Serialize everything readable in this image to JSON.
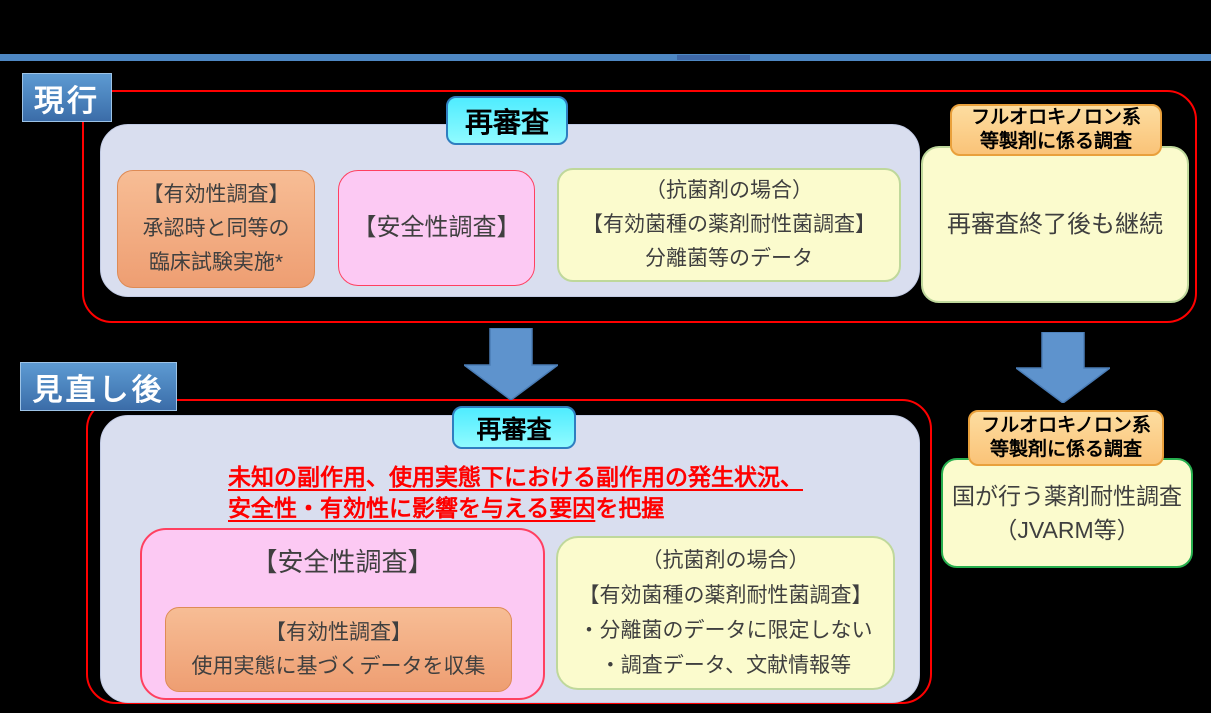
{
  "labels": {
    "current": "現行",
    "revised": "見直し後"
  },
  "colors": {
    "accent_line": "#4E87C3",
    "outline_red": "#FF0000",
    "container_lavender": "#D9DEEF",
    "cyan": "#4FECFF",
    "orange": "#EE9E72",
    "pink": "#FCC9F3",
    "yellow": "#FBFBCD",
    "header_orange": "#FAC378",
    "arrow_blue": "#5E93CD",
    "jvarm_green": "#27AE4E"
  },
  "current_section": {
    "reexam_title": "再審査",
    "efficacy_box": {
      "line1": "【有効性調査】",
      "line2": "承認時と同等の",
      "line3": "臨床試験実施*"
    },
    "safety_box": {
      "title": "【安全性調査】"
    },
    "antibacterial_box": {
      "line1": "（抗菌剤の場合）",
      "line2": "【有効菌種の薬剤耐性菌調査】",
      "line3": "分離菌等のデータ"
    },
    "fluoroquinolone": {
      "header_line1": "フルオロキノロン系",
      "header_line2": "等製剤に係る調査",
      "body": "再審査終了後も継続"
    }
  },
  "revised_section": {
    "reexam_title": "再審査",
    "purpose": {
      "l1s1": "未知の副作用",
      "l1s2": "、",
      "l1s3": "使用実態下における副作用の発生状況、",
      "l2s1": "安全性・有効性に影響を与える要因",
      "l2s2": "を把握"
    },
    "safety_box": {
      "title": "【安全性調査】",
      "efficacy_line1": "【有効性調査】",
      "efficacy_line2": "使用実態に基づくデータを収集"
    },
    "antibacterial_box": {
      "line1": "（抗菌剤の場合）",
      "line2": "【有効菌種の薬剤耐性菌調査】",
      "line3": "・分離菌のデータに限定しない",
      "line4": "・調査データ、文献情報等"
    },
    "fluoroquinolone": {
      "header_line1": "フルオロキノロン系",
      "header_line2": "等製剤に係る調査",
      "body_line1": "国が行う薬剤耐性調査",
      "body_line2": "（JVARM等）"
    }
  }
}
